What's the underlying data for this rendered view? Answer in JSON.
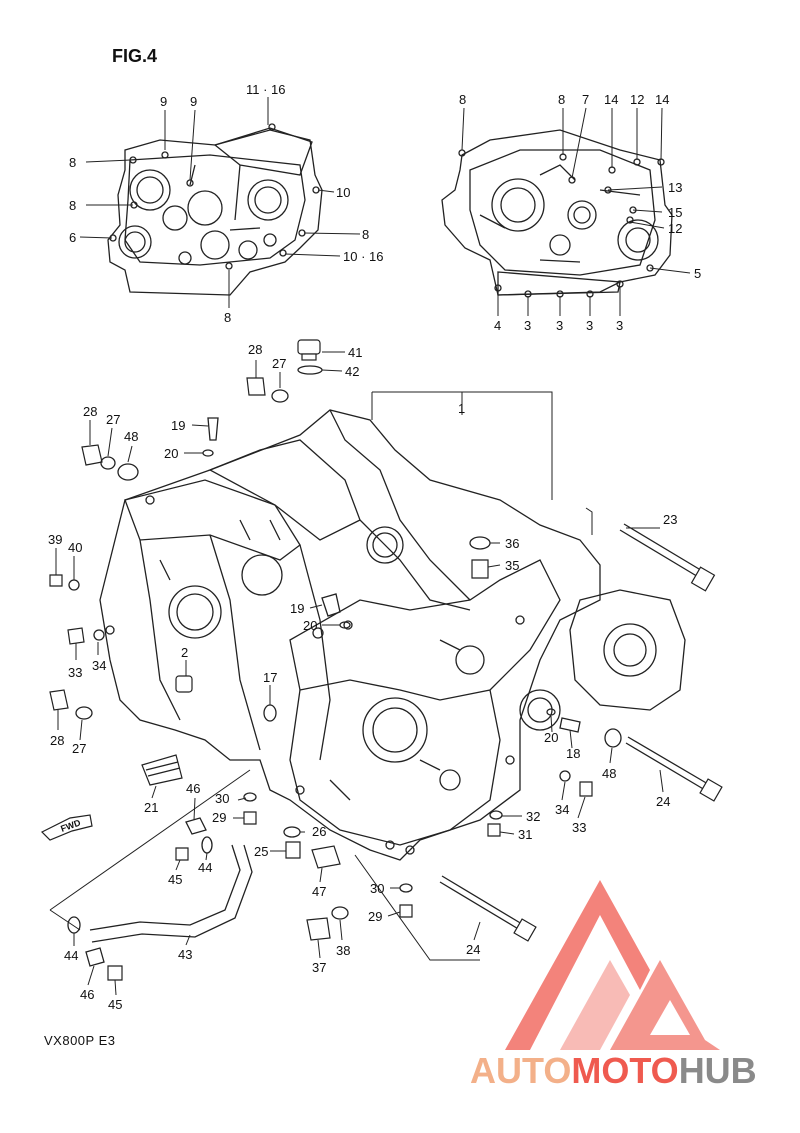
{
  "figure_title": "FIG.4",
  "model_code": "VX800P  E3",
  "fwd_label": "FWD",
  "watermark": {
    "part1": "AUTO",
    "part2": "MOTO",
    "part3": "HUB",
    "color_part1": "#f3b089",
    "color_part2": "#ef5a4f",
    "color_part3": "#8a8a8a",
    "logo_color": "#ef5a4f"
  },
  "callouts": {
    "left_view": [
      "9",
      "9",
      "11 · 16",
      "8",
      "8",
      "6",
      "10",
      "8",
      "10 · 16",
      "8"
    ],
    "right_view": [
      "8",
      "8",
      "7",
      "14",
      "12",
      "14",
      "13",
      "15",
      "12",
      "5",
      "4",
      "3",
      "3",
      "3",
      "3"
    ],
    "main": [
      "41",
      "42",
      "28",
      "27",
      "1",
      "28",
      "27",
      "48",
      "19",
      "20",
      "23",
      "36",
      "35",
      "39",
      "40",
      "19",
      "20",
      "2",
      "17",
      "33",
      "34",
      "28",
      "27",
      "21",
      "20",
      "18",
      "48",
      "46",
      "30",
      "29",
      "26",
      "44",
      "25",
      "34",
      "33",
      "32",
      "31",
      "24",
      "45",
      "47",
      "30",
      "29",
      "38",
      "37",
      "24",
      "43",
      "44",
      "46",
      "45"
    ]
  }
}
